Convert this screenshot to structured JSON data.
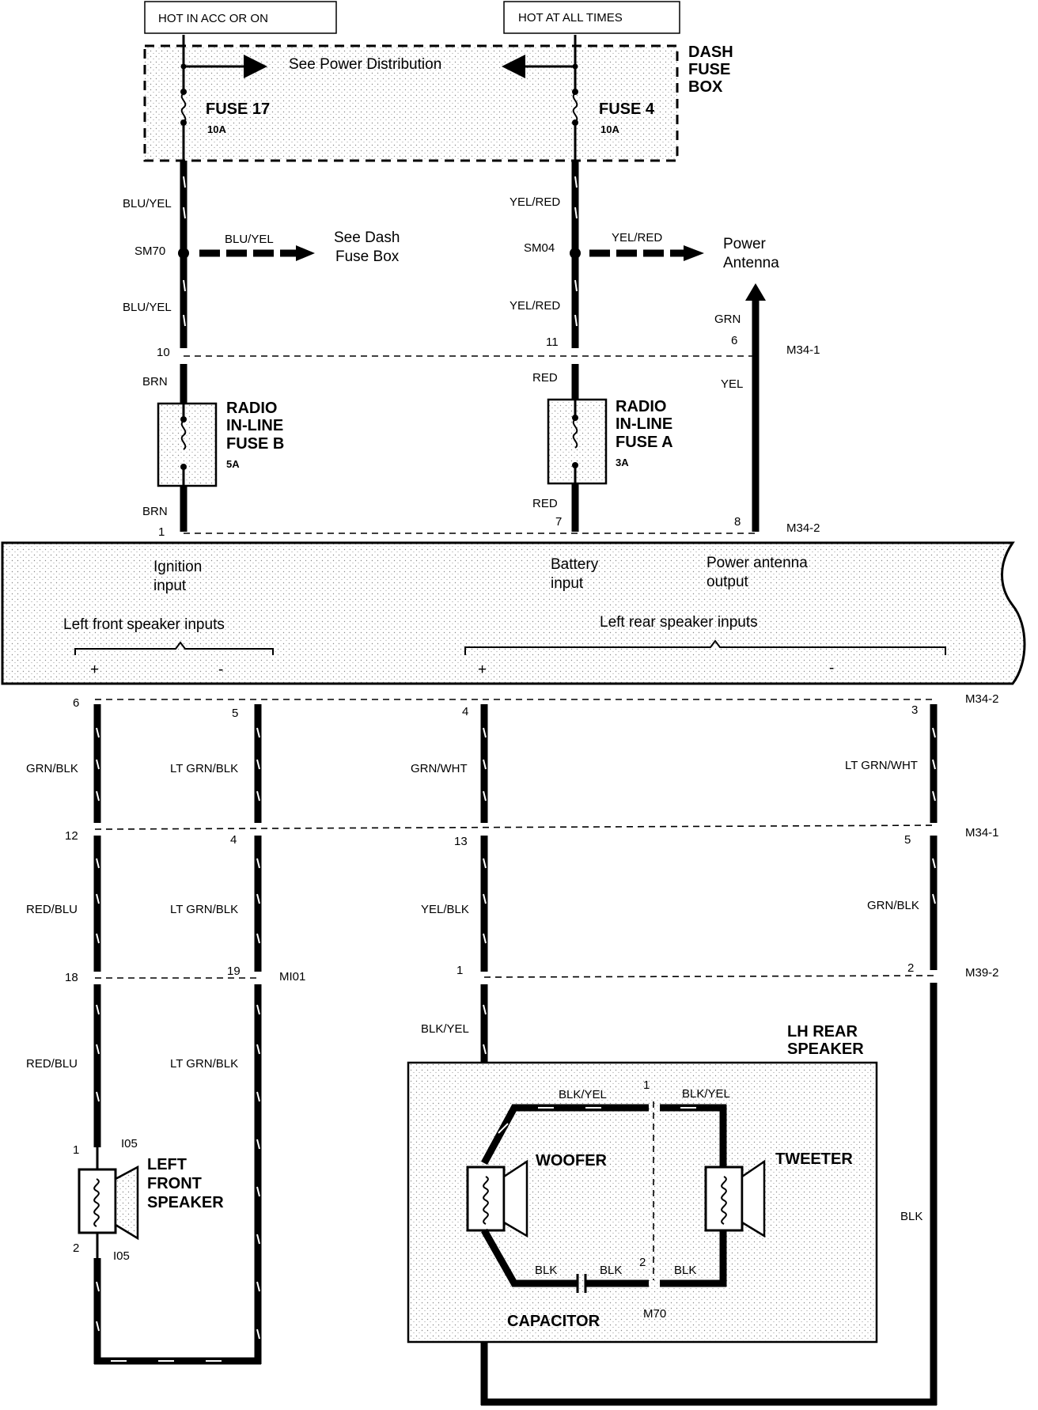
{
  "headers": {
    "left_supply": "HOT IN ACC OR ON",
    "right_supply": "HOT AT ALL TIMES"
  },
  "dash_fuse_box": {
    "title_lines": [
      "DASH",
      "FUSE",
      "BOX"
    ],
    "see_power": "See Power Distribution",
    "fuse17_name": "FUSE 17",
    "fuse17_rating": "10A",
    "fuse4_name": "FUSE 4",
    "fuse4_rating": "10A"
  },
  "wires_top": {
    "blu_yel": "BLU/YEL",
    "yel_red": "YEL/RED",
    "brn": "BRN",
    "red": "RED",
    "grn": "GRN",
    "yel": "YEL",
    "sm70": "SM70",
    "sm04": "SM04",
    "see_dash_lines": [
      "See Dash",
      "Fuse Box"
    ],
    "power_antenna_lines": [
      "Power",
      "Antenna"
    ]
  },
  "connectors": {
    "m34_1": "M34-1",
    "m34_2": "M34-2",
    "m39_2": "M39-2",
    "m101": "MI01",
    "i05": "I05",
    "m70": "M70"
  },
  "pins": {
    "p10": "10",
    "p11": "11",
    "p6": "6",
    "p1": "1",
    "p7": "7",
    "p8": "8",
    "p5": "5",
    "p4": "4",
    "p3": "3",
    "p12": "12",
    "p13": "13",
    "p18": "18",
    "p19": "19",
    "p2": "2"
  },
  "inline_fuses": {
    "b_lines": [
      "RADIO",
      "IN-LINE",
      "FUSE B"
    ],
    "b_rating": "5A",
    "a_lines": [
      "RADIO",
      "IN-LINE",
      "FUSE A"
    ],
    "a_rating": "3A"
  },
  "radio_unit": {
    "ignition_lines": [
      "Ignition",
      "input"
    ],
    "battery_lines": [
      "Battery",
      "input"
    ],
    "antenna_lines": [
      "Power antenna",
      "output"
    ],
    "left_front_inputs": "Left front speaker inputs",
    "left_rear_inputs": "Left rear speaker inputs",
    "plus": "+",
    "minus": "-"
  },
  "wires_bottom": {
    "grn_blk": "GRN/BLK",
    "lt_grn_blk": "LT GRN/BLK",
    "grn_wht": "GRN/WHT",
    "lt_grn_wht": "LT GRN/WHT",
    "red_blu": "RED/BLU",
    "yel_blk": "YEL/BLK",
    "blk_yel": "BLK/YEL",
    "blk": "BLK"
  },
  "speakers": {
    "left_front_lines": [
      "LEFT",
      "FRONT",
      "SPEAKER"
    ],
    "lh_rear_lines": [
      "LH REAR",
      "SPEAKER"
    ],
    "woofer": "WOOFER",
    "tweeter": "TWEETER",
    "capacitor": "CAPACITOR"
  }
}
